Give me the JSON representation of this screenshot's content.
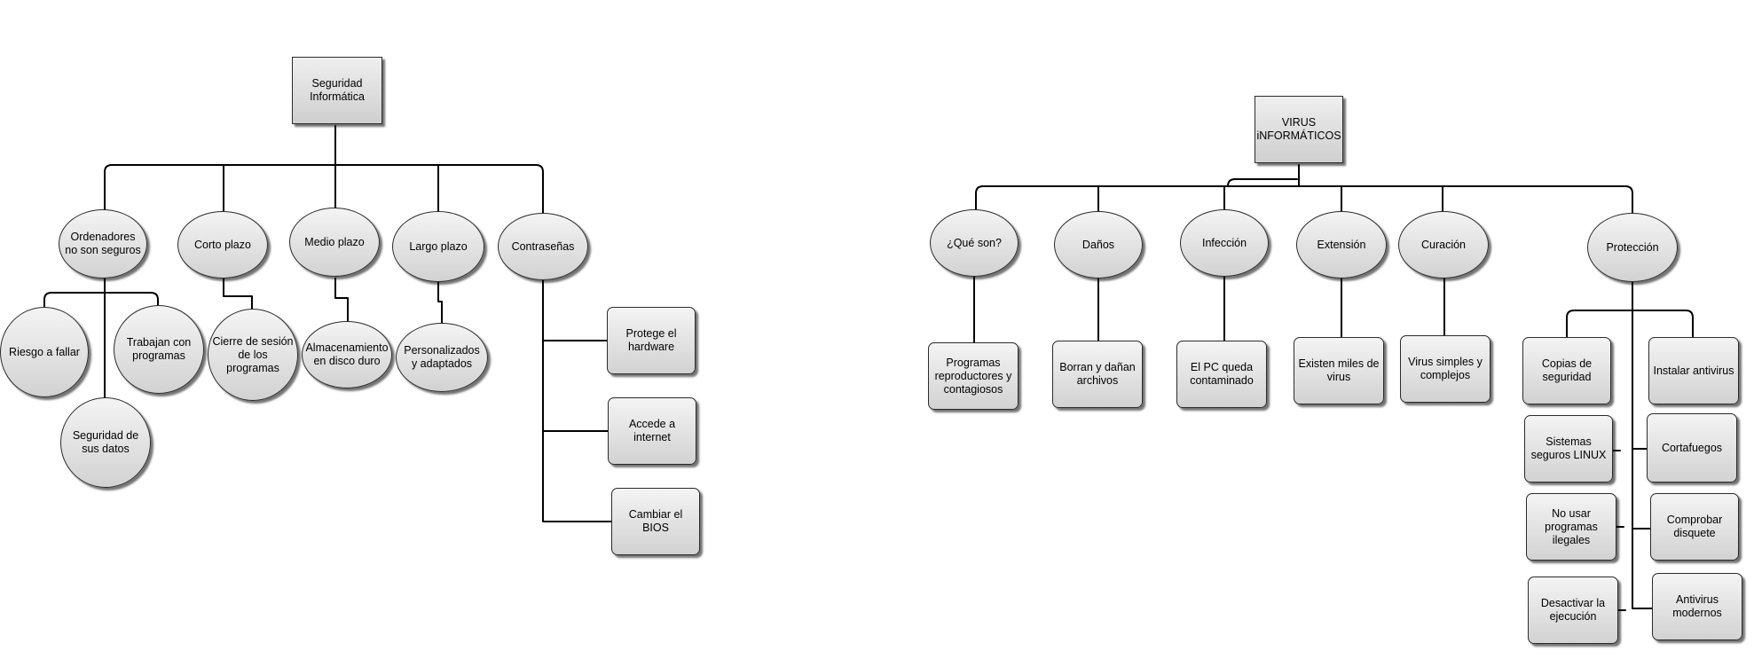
{
  "diagram_left": {
    "root": "Seguridad Informática",
    "branches": {
      "ordenadores": "Ordenadores no son seguros",
      "corto": "Corto plazo",
      "medio": "Medio plazo",
      "largo": "Largo plazo",
      "contrasenas": "Contraseñas"
    },
    "leaves": {
      "riesgo": "Riesgo a fallar",
      "trabajan": "Trabajan con programas",
      "seguridad_datos": "Seguridad de sus datos",
      "cierre": "Cierre de sesión de los programas",
      "almacenamiento": "Almacenamiento en disco duro",
      "personalizados": "Personalizados y adaptados",
      "protege": "Protege el hardware",
      "accede": "Accede a internet",
      "bios": "Cambiar el BIOS"
    }
  },
  "diagram_right": {
    "root": "VIRUS iNFORMÁTICOS",
    "branches": {
      "que_son": "¿Qué son?",
      "danos": "Daños",
      "infeccion": "Infección",
      "extension": "Extensión",
      "curacion": "Curación",
      "proteccion": "Protección"
    },
    "leaves": {
      "programas": "Programas reproductores y contagiosos",
      "borran": "Borran y dañan archivos",
      "pc": "El PC queda contaminado",
      "miles": "Existen miles de virus",
      "simples": "Virus simples y complejos",
      "copias": "Copias de seguridad",
      "instalar": "Instalar antivirus",
      "linux": "Sistemas seguros LINUX",
      "cortafuegos": "Cortafuegos",
      "ilegales": "No usar programas ilegales",
      "disquete": "Comprobar disquete",
      "desactivar": "Desactivar la ejecución",
      "antivirus_modernos": "Antivirus modernos"
    }
  }
}
